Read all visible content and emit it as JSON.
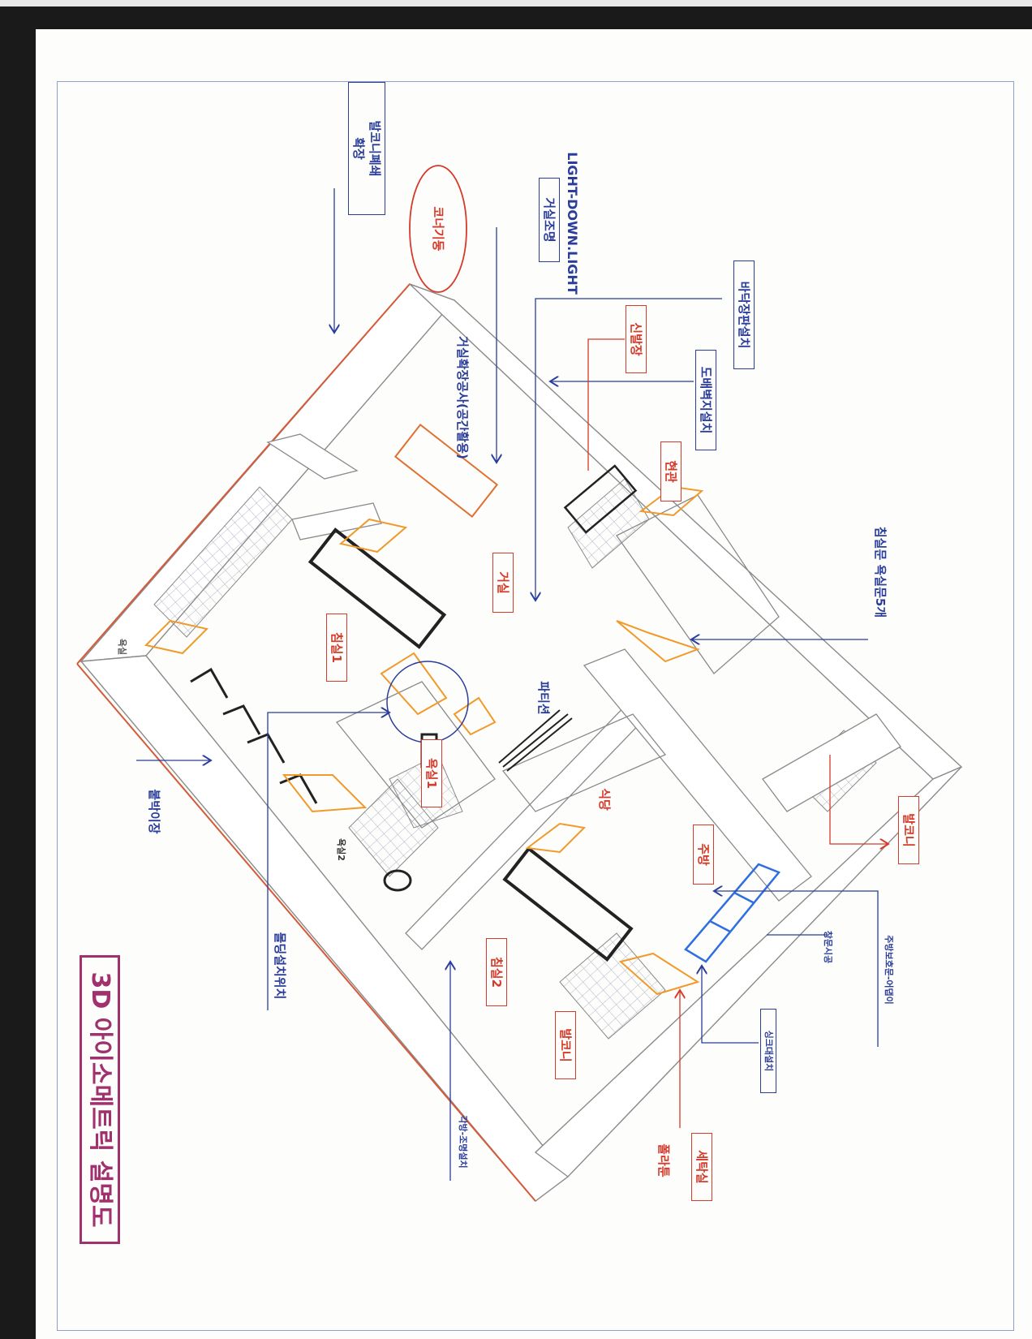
{
  "title": "3D 아이소메트릭 설명도",
  "labels": {
    "balcony_remove": "발코니폐쇄\n확장",
    "corner_pillar": "코너기둥",
    "living_light": "거실조명",
    "light_down": "LIGHT-DOWN.LIGHT",
    "floor_board": "바닥장판설치",
    "wallpaper": "도배벽지설치",
    "shoe_cabinet": "신발장",
    "living_expansion": "거실확장공사(공간활용)",
    "entrance": "현관",
    "doors": "침실문 욕실문5개",
    "living_room": "거실",
    "bedroom1": "침실1",
    "partition": "파티션",
    "bathroom1": "욕실1",
    "dining": "식당",
    "kitchen": "주방",
    "balcony_right": "발코니",
    "builtin": "붙박이장",
    "molding": "몰딩설치위치",
    "bedroom2": "침실2",
    "balcony_bottom": "발코니",
    "laundry": "세탁실",
    "flooring": "폴라툰",
    "kitchen_protect": "주방보호문-어댑이",
    "window": "창문시공",
    "sink": "싱크대설치",
    "bedroom_light": "각방-조명설치",
    "bath_small": "욕실",
    "toilet_small": "욕실2"
  },
  "colors": {
    "annotation_blue": "#2a3d9a",
    "annotation_red": "#d63a2a",
    "title_magenta": "#a0306e",
    "door_orange": "#f09a2a",
    "wall_grey": "#8a8a8a",
    "sink_blue": "#2f6ee0"
  }
}
